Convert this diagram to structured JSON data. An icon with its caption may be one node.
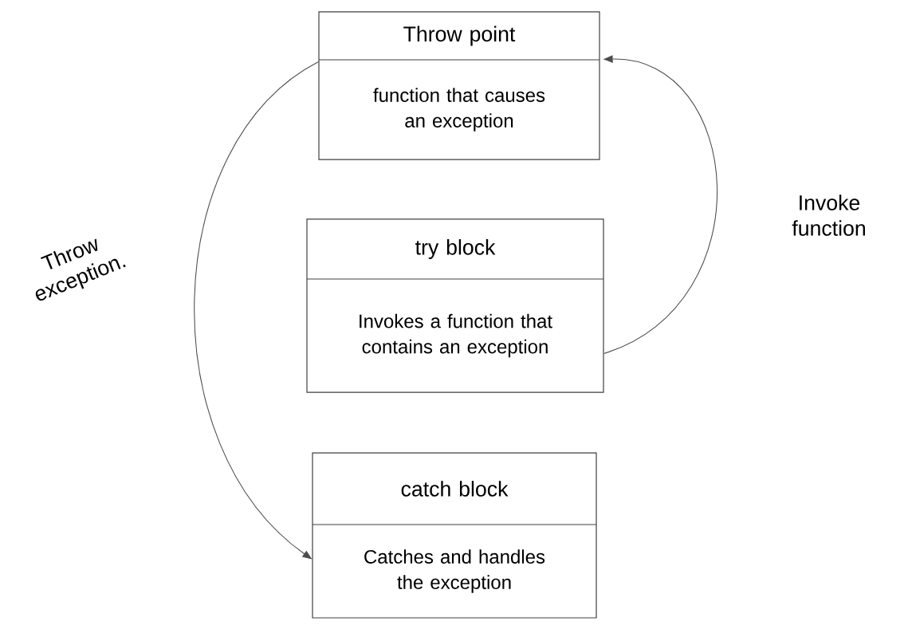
{
  "diagram": {
    "nodes": [
      {
        "text": [
          "Throw point",
          "function that causes an exception"
        ]
      },
      {
        "text": [
          "try block",
          "Invokes a function that contains an exception"
        ]
      },
      {
        "text": [
          "catch block",
          "Catches and handles the exception"
        ]
      }
    ],
    "edges": [
      {
        "from": 1,
        "to": 0,
        "arrow": "to",
        "label": "Invoke function"
      },
      {
        "from": 0,
        "to": 2,
        "arrow": "to",
        "label": "Throw exception."
      }
    ]
  }
}
